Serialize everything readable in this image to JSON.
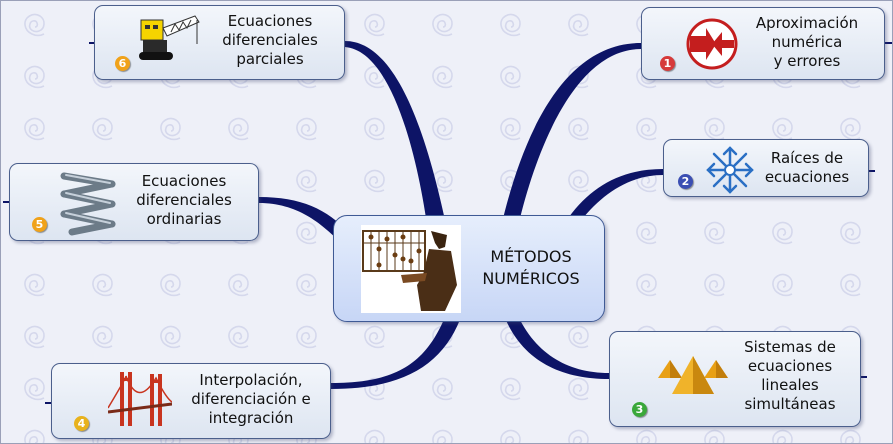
{
  "center": {
    "title": "MÉTODOS\nNUMÉRICOS",
    "image": "abacus-scholar-picture"
  },
  "topics": [
    {
      "number": "1",
      "label": "Aproximación\nnumérica\ny errores",
      "icon": "convergence-arrows-icon",
      "badge_color": "#d63a3a"
    },
    {
      "number": "2",
      "label": "Raíces de\necuaciones",
      "icon": "snowflake-arrows-icon",
      "badge_color": "#3b4fb3"
    },
    {
      "number": "3",
      "label": "Sistemas de\necuaciones\nlineales\nsimultáneas",
      "icon": "pyramids-icon",
      "badge_color": "#3aa83a"
    },
    {
      "number": "4",
      "label": "Interpolación,\ndiferenciación e\nintegración",
      "icon": "bridge-icon",
      "badge_color": "#e8b21d"
    },
    {
      "number": "5",
      "label": "Ecuaciones\ndiferenciales\nordinarias",
      "icon": "spring-icon",
      "badge_color": "#f0a21a"
    },
    {
      "number": "6",
      "label": "Ecuaciones\ndiferenciales\nparciales",
      "icon": "crane-robot-icon",
      "badge_color": "#f0a21a"
    }
  ],
  "colors": {
    "branch": "#0d1466",
    "background": "#eef0f8",
    "spiral": "#dcdff0"
  }
}
